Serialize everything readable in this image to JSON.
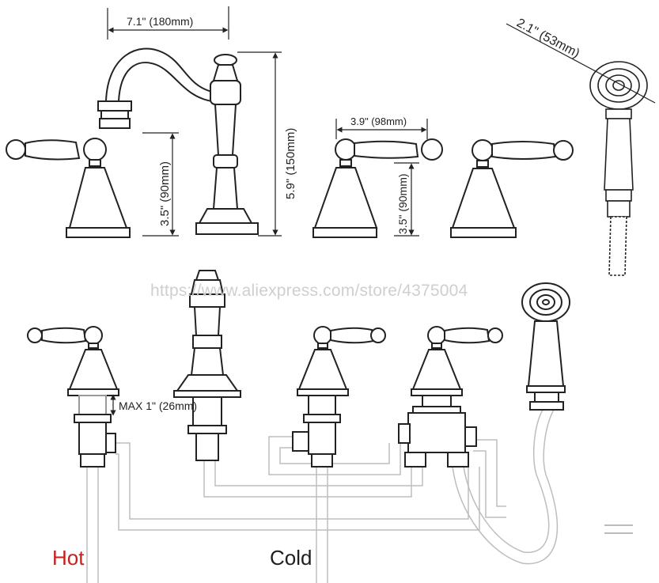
{
  "dimensions": {
    "spout_reach": "7.1\" (180mm)",
    "spout_height": "5.9\" (150mm)",
    "handle_height_left": "3.5\" (90mm)",
    "handle_height_right": "3.5\" (90mm)",
    "handle_width": "3.9\" (98mm)",
    "shower_head_diameter": "2.1\" (53mm)",
    "max_deck_thickness": "MAX 1\" (26mm)"
  },
  "watermark": "https://www.aliexpress.com/store/4375004",
  "supply": {
    "hot_label": "Hot",
    "cold_label": "Cold",
    "hot_color": "#c81e1e",
    "cold_color": "#1e1e1e"
  },
  "components": [
    "handle-icon",
    "spout-icon",
    "handle-icon",
    "handle-icon",
    "handshower-icon"
  ]
}
